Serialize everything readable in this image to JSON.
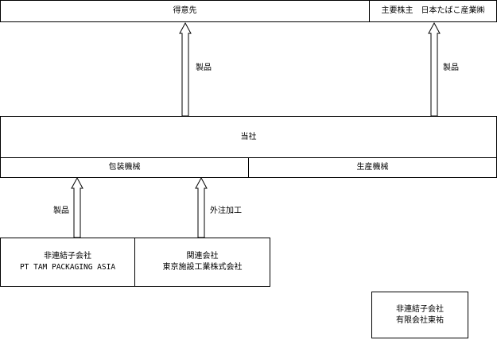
{
  "customers": "得意先",
  "major_shareholder": "主要株主　日本たばこ産業㈱",
  "company": "当社",
  "segments": {
    "packaging_machinery": "包装機械",
    "production_machinery": "生産機械"
  },
  "flows": {
    "products_to_customers": "製品",
    "products_to_shareholder": "製品",
    "products_from_pt_tam": "製品",
    "outsourced_processing": "外注加工"
  },
  "subsidiaries": {
    "pt_tam": {
      "line1": "非連結子会社",
      "line2": "PT TAM PACKAGING ASIA"
    },
    "tokyo_shisetsu": {
      "line1": "関連会社",
      "line2": "東京施設工業株式会社"
    },
    "touyuu": {
      "line1": "非連結子会社",
      "line2": "有限会社東祐"
    }
  }
}
